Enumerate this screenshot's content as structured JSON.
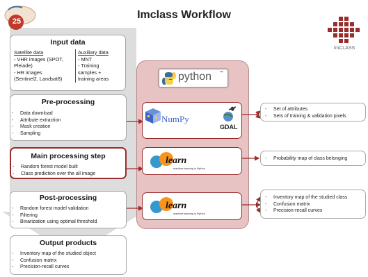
{
  "header": {
    "title": "Imclass Workflow",
    "left_logo": {
      "number": "25"
    },
    "right_logo": {
      "text": "imCLASS"
    }
  },
  "input_data": {
    "title": "Input data",
    "satellite": {
      "heading": "Satellite data",
      "lines": [
        "- VHR images (SPOT,",
        "Pleiade)",
        "- HR images",
        "(Sentinel2, Landsat8)"
      ]
    },
    "auxiliary": {
      "heading": "Auxiliary data",
      "lines": [
        "- MNT",
        "- Training",
        "samples +",
        "training areas"
      ]
    }
  },
  "steps": [
    {
      "title": "Pre-processing",
      "items": [
        "Data download",
        "Attribute extraction",
        "Mask creation",
        "Sampling"
      ]
    },
    {
      "title": "Main processing step",
      "items": [
        "Random forest model built",
        "Class prediction over the all image"
      ]
    },
    {
      "title": "Post-processing",
      "items": [
        "Random forest model validation",
        "Filtering",
        "Binarization using optimal threshold"
      ]
    },
    {
      "title": "Output products",
      "items": [
        "Inventory map of the studied object",
        "Confusion matrix",
        "Precision-recall curves"
      ]
    }
  ],
  "tools": {
    "python_label": "python",
    "python_tm": "™",
    "numpy_label": "NumPy",
    "gdal_label": "GDAL",
    "sklearn_label": "learn",
    "sklearn_tagline": "machine learning in Python"
  },
  "results": [
    {
      "items": [
        "Set of attributes",
        "Sets of training & validation pixels"
      ]
    },
    {
      "items": [
        "Probability map of class belonging"
      ]
    },
    {
      "items": [
        "Inventory map of the studied class",
        "Confusion matrix",
        "Precision-recall curves"
      ]
    }
  ],
  "colors": {
    "accent_red": "#9b2c2c",
    "panel_pink": "#e8c3c3",
    "arrow_gray": "#d9d9d9",
    "python_blue": "#3a6e9e",
    "python_yellow": "#f7d046",
    "sklearn_orange": "#f7931e"
  }
}
